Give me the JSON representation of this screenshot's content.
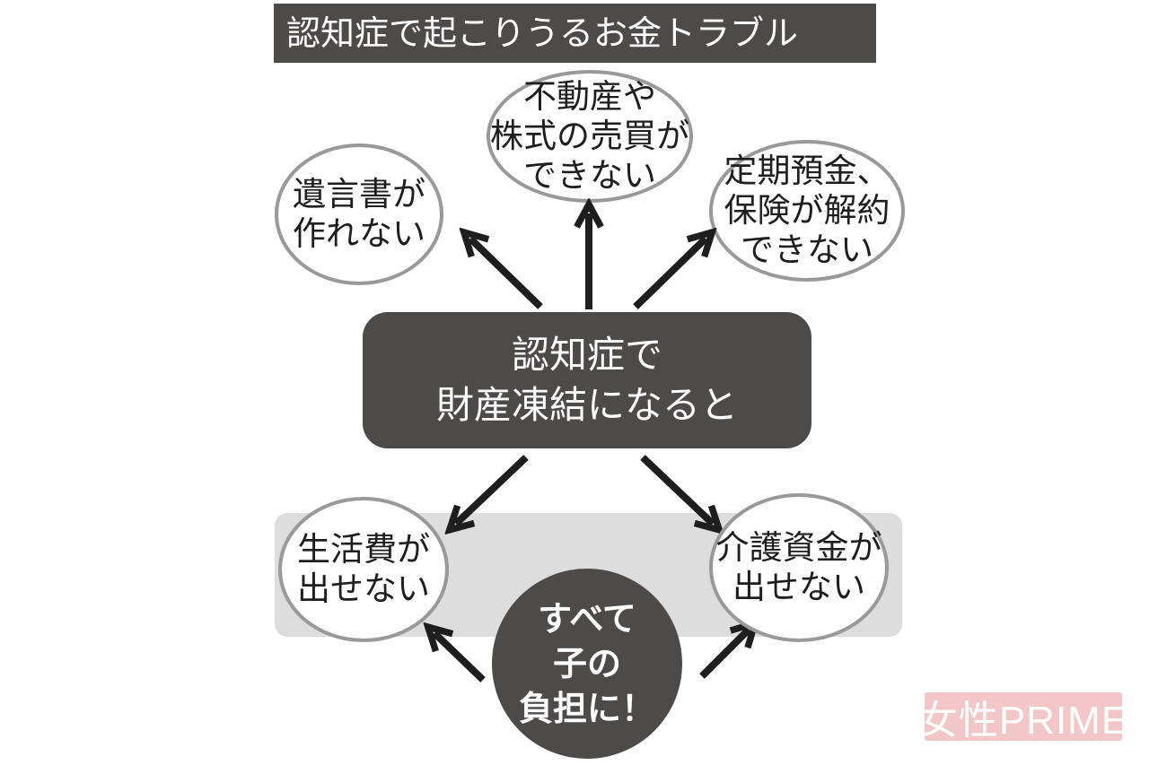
{
  "title": "認知症で起こりうるお金トラブル",
  "center": "認知症で\n財産凍結になると",
  "bubbles": {
    "will": "遺言書が\n作れない",
    "real_estate": "不動産や\n株式の売買が\nできない",
    "deposits": "定期預金、\n保険が解約\nできない",
    "living": "生活費が\n出せない",
    "care": "介護資金が\n出せない"
  },
  "child": "すべて\n子の\n負担に！",
  "logo": "女性PRIME",
  "colors": {
    "dark": "#4d4a4a",
    "band": "#dddddd",
    "bubble_border": "#9a9898",
    "arrow": "#1e1e1e",
    "logo_bg": "#f3c6c7"
  }
}
